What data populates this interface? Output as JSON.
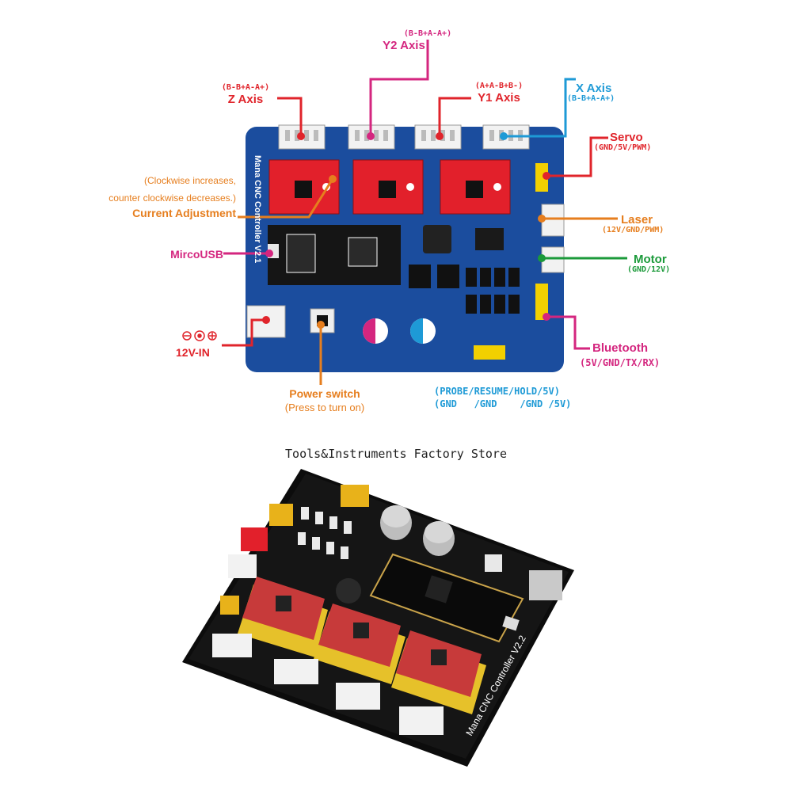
{
  "labels": {
    "y2_pins": "(B-B+A-A+)",
    "y2": "Y2 Axis",
    "z_pins": "(B-B+A-A+)",
    "z": "Z Axis",
    "y1_pins": "(A+A-B+B-)",
    "y1": "Y1 Axis",
    "x": "X Axis",
    "x_pins": "(B-B+A-A+)",
    "servo": "Servo",
    "servo_pins": "(GND/5V/PWM)",
    "laser": "Laser",
    "laser_pins": "(12V/GND/PWM)",
    "motor": "Motor",
    "motor_pins": "(GND/12V)",
    "bluetooth": "Bluetooth",
    "bluetooth_pins": "(5V/GND/TX/RX)",
    "cw_note_1": "(Clockwise increases,",
    "cw_note_2": "counter clockwise decreases.)",
    "current": "Current Adjustment",
    "usb": "MircoUSB",
    "power_in": "12V-IN",
    "power_switch": "Power switch",
    "power_note": "(Press to turn on)",
    "probe_top": "(PROBE/RESUME/HOLD/5V)",
    "probe_bottom": "(GND   /GND    /GND /5V)",
    "board_text": "Mana CNC Controller V2.1",
    "photo_board_text": "Mana CNC Controller V2.2"
  },
  "store": "Tools&Instruments Factory Store",
  "colors": {
    "board": "#1b4d9e",
    "driver": "#e2202b",
    "red": "#e0242b",
    "pink": "#d4267f",
    "blue": "#1e9ad6",
    "orange": "#e67e1e",
    "green": "#1b9a3a"
  }
}
